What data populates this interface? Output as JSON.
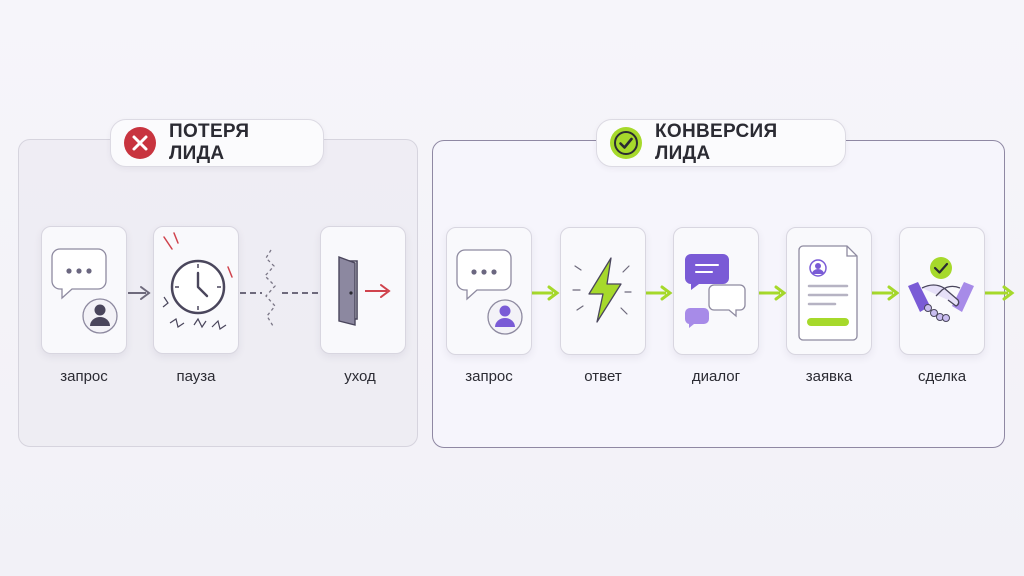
{
  "loss": {
    "title": "ПОТЕРЯ ЛИДА",
    "status_icon": "cross-circle-icon",
    "steps": [
      {
        "label": "запрос",
        "icon": "chat-user-icon"
      },
      {
        "label": "пауза",
        "icon": "clock-icon"
      },
      {
        "label": "уход",
        "icon": "door-exit-icon"
      }
    ]
  },
  "conversion": {
    "title": "КОНВЕРСИЯ ЛИДА",
    "status_icon": "check-circle-icon",
    "steps": [
      {
        "label": "запрос",
        "icon": "chat-user-icon"
      },
      {
        "label": "ответ",
        "icon": "lightning-icon"
      },
      {
        "label": "диалог",
        "icon": "dialog-bubbles-icon"
      },
      {
        "label": "заявка",
        "icon": "application-form-icon"
      },
      {
        "label": "сделка",
        "icon": "handshake-icon"
      }
    ]
  },
  "colors": {
    "loss_accent": "#c8343f",
    "conversion_accent": "#a6d92b",
    "purple": "#7a5bd6",
    "neutral_arrow": "#6e6a7c"
  }
}
